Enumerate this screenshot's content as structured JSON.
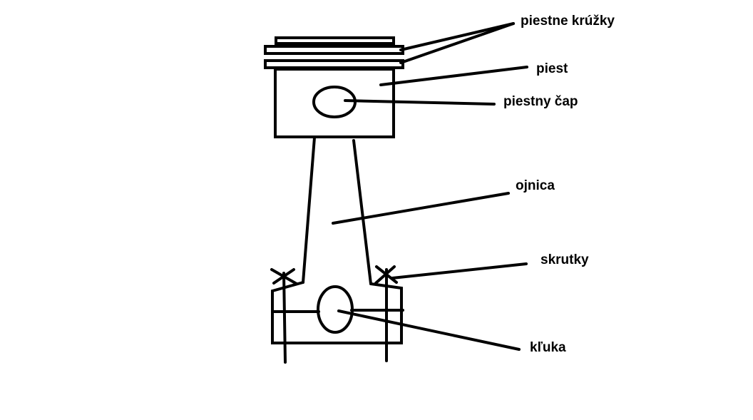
{
  "labels": {
    "piston_rings": "piestne krúžky",
    "piston": "piest",
    "piston_pin": "piestny čap",
    "connecting_rod": "ojnica",
    "bolts": "skrutky",
    "crank": "kľuka"
  }
}
